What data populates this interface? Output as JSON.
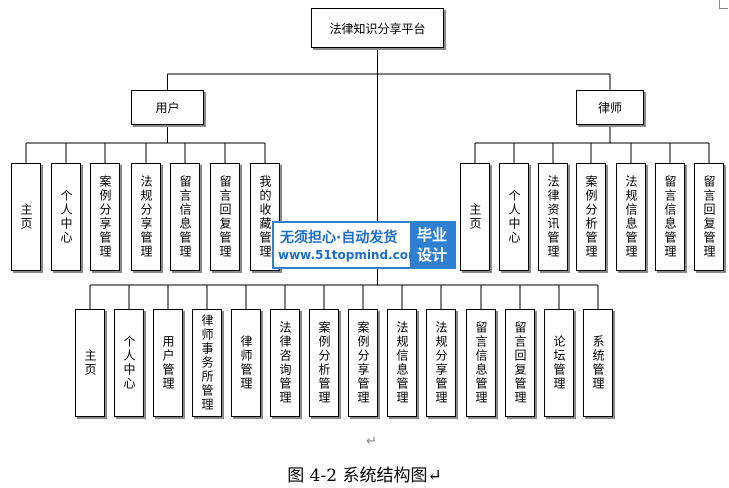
{
  "diagram": {
    "root": {
      "label": "法律知识分享平台"
    },
    "branches": [
      {
        "label": "用户",
        "children": [
          "主页",
          "个人中心",
          "案例分享管理",
          "法规分享管理",
          "留言信息管理",
          "留言回复管理",
          "我的收藏管理"
        ]
      },
      {
        "label": "律师",
        "children": [
          "主页",
          "个人中心",
          "法律资讯管理",
          "案例分析管理",
          "法规信息管理",
          "留言信息管理",
          "留言回复管理"
        ]
      },
      {
        "label": "",
        "children": [
          "主页",
          "个人中心",
          "用户管理",
          "律师事务所管理",
          "律师管理",
          "法律咨询管理",
          "案例分析管理",
          "案例分享管理",
          "法规信息管理",
          "法规分享管理",
          "留言信息管理",
          "留言回复管理",
          "论坛管理",
          "系统管理"
        ]
      }
    ]
  },
  "watermark": {
    "line1": "无须担心·自动发货",
    "line2": "www.51topmind.com",
    "badge_line1": "毕业",
    "badge_line2": "设计",
    "color": "#2f7fd3"
  },
  "paragraph_mark": "↵",
  "caption": "图 4-2  系统结构图↵"
}
